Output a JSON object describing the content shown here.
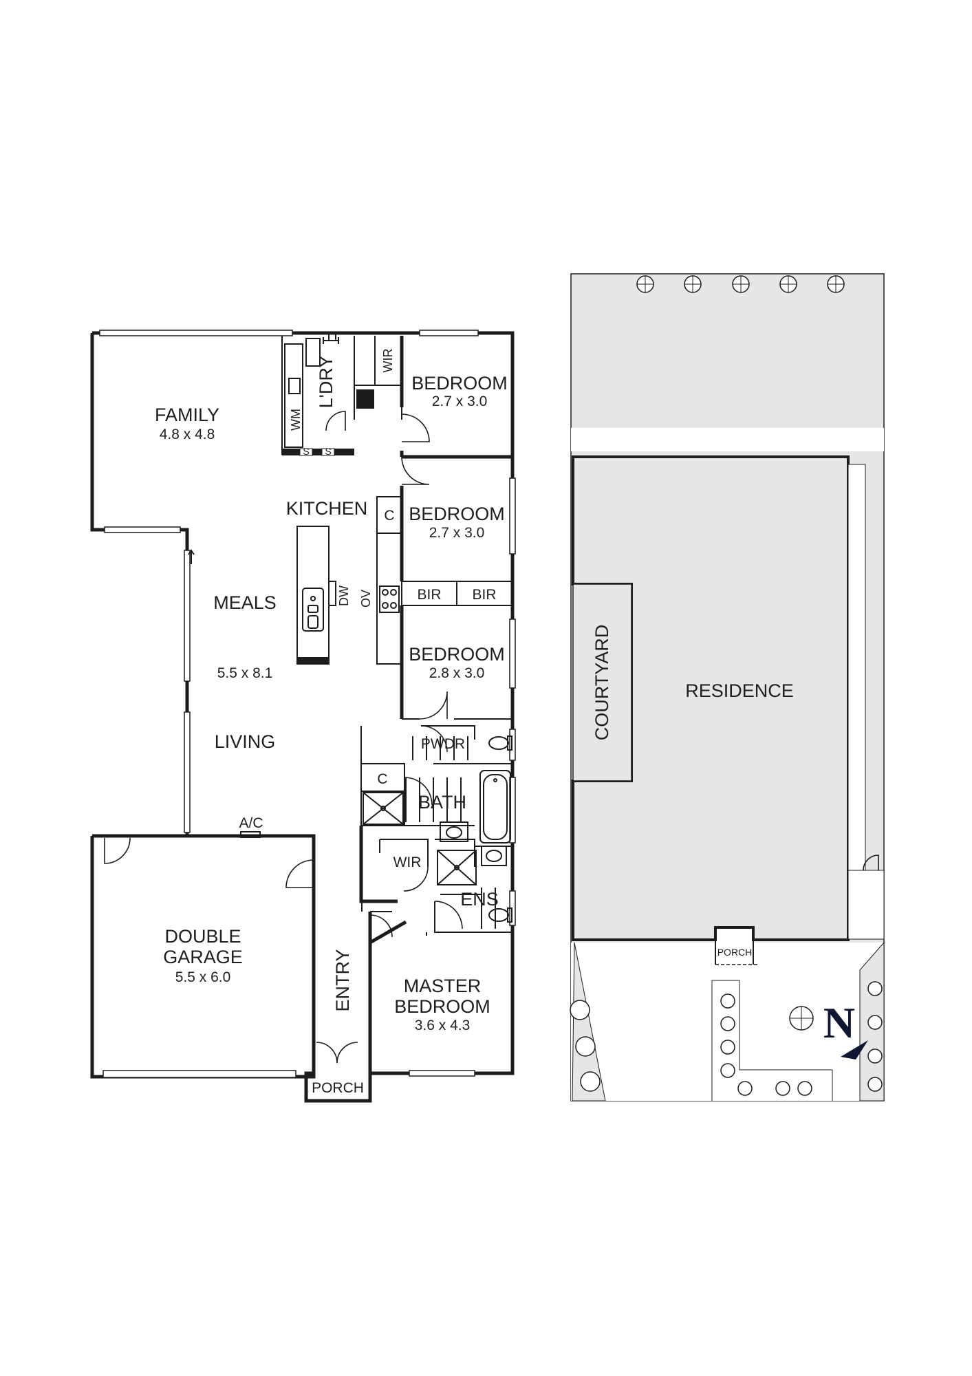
{
  "floor_plan": {
    "rooms": {
      "family": {
        "name": "FAMILY",
        "size": "4.8 x 4.8"
      },
      "laundry": {
        "name": "L'DRY"
      },
      "wm": {
        "name": "WM"
      },
      "wir_top": {
        "name": "WIR"
      },
      "bedroom_1": {
        "name": "BEDROOM",
        "size": "2.7 x 3.0"
      },
      "kitchen": {
        "name": "KITCHEN"
      },
      "bedroom_2": {
        "name": "BEDROOM",
        "size": "2.7 x 3.0"
      },
      "bir_1": {
        "name": "BIR"
      },
      "bir_2": {
        "name": "BIR"
      },
      "meals": {
        "name": "MEALS"
      },
      "meals_living_size": "5.5 x 8.1",
      "dw": {
        "name": "DW"
      },
      "ov": {
        "name": "OV"
      },
      "pantry_c": {
        "name": "C"
      },
      "bedroom_3": {
        "name": "BEDROOM",
        "size": "2.8 x 3.0"
      },
      "living": {
        "name": "LIVING"
      },
      "pwdr": {
        "name": "PWDR"
      },
      "linen_c": {
        "name": "C"
      },
      "bath": {
        "name": "BATH"
      },
      "ac": {
        "name": "A/C"
      },
      "wir_master": {
        "name": "WIR"
      },
      "ens": {
        "name": "ENS"
      },
      "garage": {
        "name_line1": "DOUBLE",
        "name_line2": "GARAGE",
        "size": "5.5 x 6.0"
      },
      "entry": {
        "name": "ENTRY"
      },
      "master": {
        "name_line1": "MASTER",
        "name_line2": "BEDROOM",
        "size": "3.6 x 4.3"
      },
      "porch": {
        "name": "PORCH"
      },
      "shelf_s": "S"
    }
  },
  "site_plan": {
    "courtyard": "COURTYARD",
    "residence": "RESIDENCE",
    "porch": "PORCH"
  },
  "north": {
    "label": "N"
  },
  "colors": {
    "wall": "#1c1c1c",
    "site_fill": "#e6e6e8",
    "north": "#0f1634"
  }
}
